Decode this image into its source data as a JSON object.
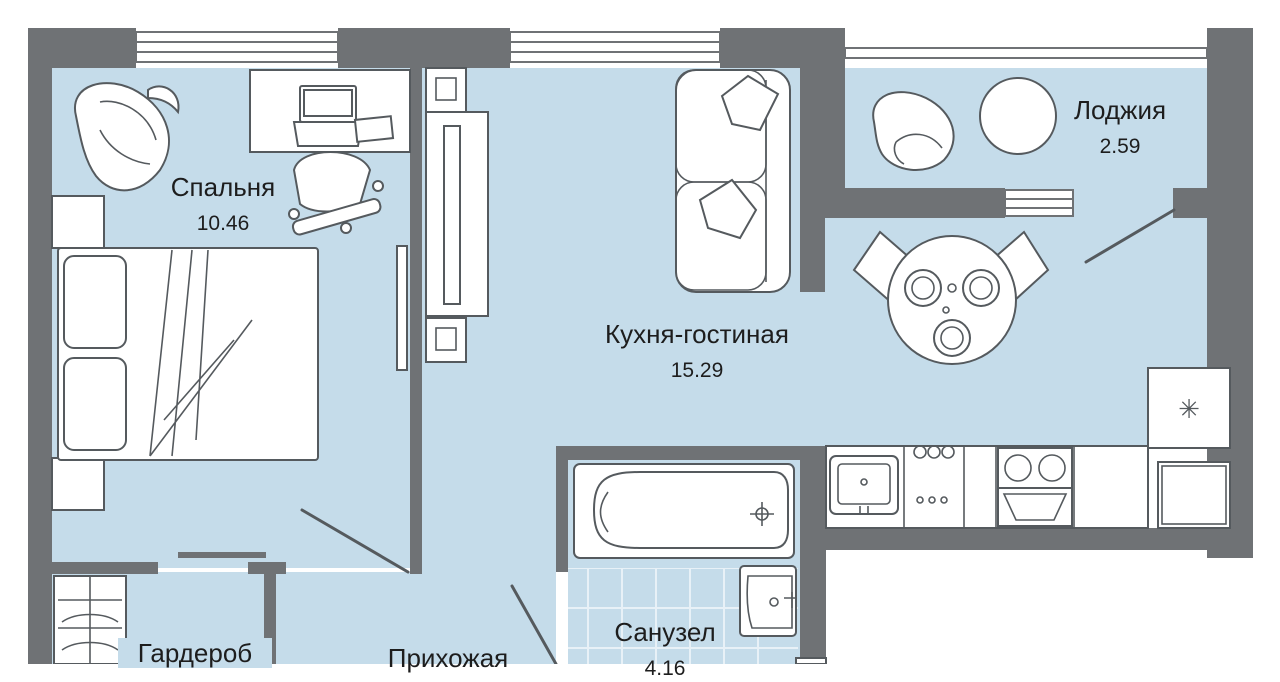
{
  "plan": {
    "colors": {
      "wall": "#6f7275",
      "floor": "#c5dcea",
      "furniture": "#ffffff",
      "furniture_line": "#555a5e",
      "tile_line": "#e8f1f7"
    },
    "rooms": [
      {
        "id": "bedroom",
        "name": "Спальня",
        "area": "10.46"
      },
      {
        "id": "kitchen-living",
        "name": "Кухня-гостиная",
        "area": "15.29"
      },
      {
        "id": "loggia",
        "name": "Лоджия",
        "area": "2.59"
      },
      {
        "id": "bathroom",
        "name": "Санузел",
        "area": "4.16"
      },
      {
        "id": "hallway",
        "name": "Прихожая",
        "area": ""
      },
      {
        "id": "wardrobe",
        "name": "Гардероб",
        "area": ""
      }
    ],
    "fixtures": {
      "fridge_symbol": "✳"
    }
  }
}
